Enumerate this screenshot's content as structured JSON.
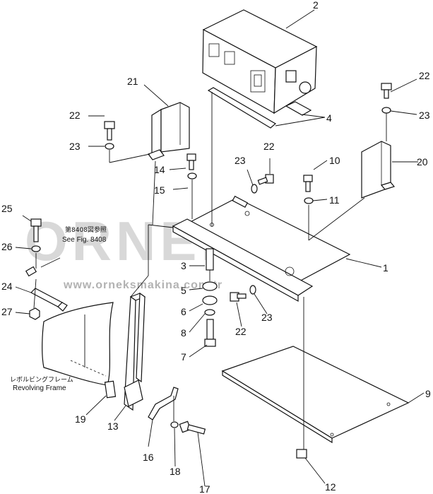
{
  "watermark": {
    "brand": "ORNEK",
    "url": "www.orneksmakina.com.tr"
  },
  "notes": {
    "see_fig_jp": "第8408図参照",
    "see_fig_en": "See Fig. 8408",
    "frame_jp": "レボルビングフレーム",
    "frame_en": "Revolving Frame"
  },
  "part_numbers": {
    "p1": "1",
    "p2": "2",
    "p3": "3",
    "p4": "4",
    "p5": "5",
    "p6": "6",
    "p7": "7",
    "p8": "8",
    "p9": "9",
    "p10": "10",
    "p11": "11",
    "p12": "12",
    "p13": "13",
    "p14": "14",
    "p15": "15",
    "p16": "16",
    "p17": "17",
    "p18": "18",
    "p19": "19",
    "p20": "20",
    "p21": "21",
    "p22a": "22",
    "p22b": "22",
    "p22c": "22",
    "p22d": "22",
    "p23a": "23",
    "p23b": "23",
    "p23c": "23",
    "p23d": "23",
    "p24": "24",
    "p25": "25",
    "p26": "26",
    "p27": "27"
  }
}
